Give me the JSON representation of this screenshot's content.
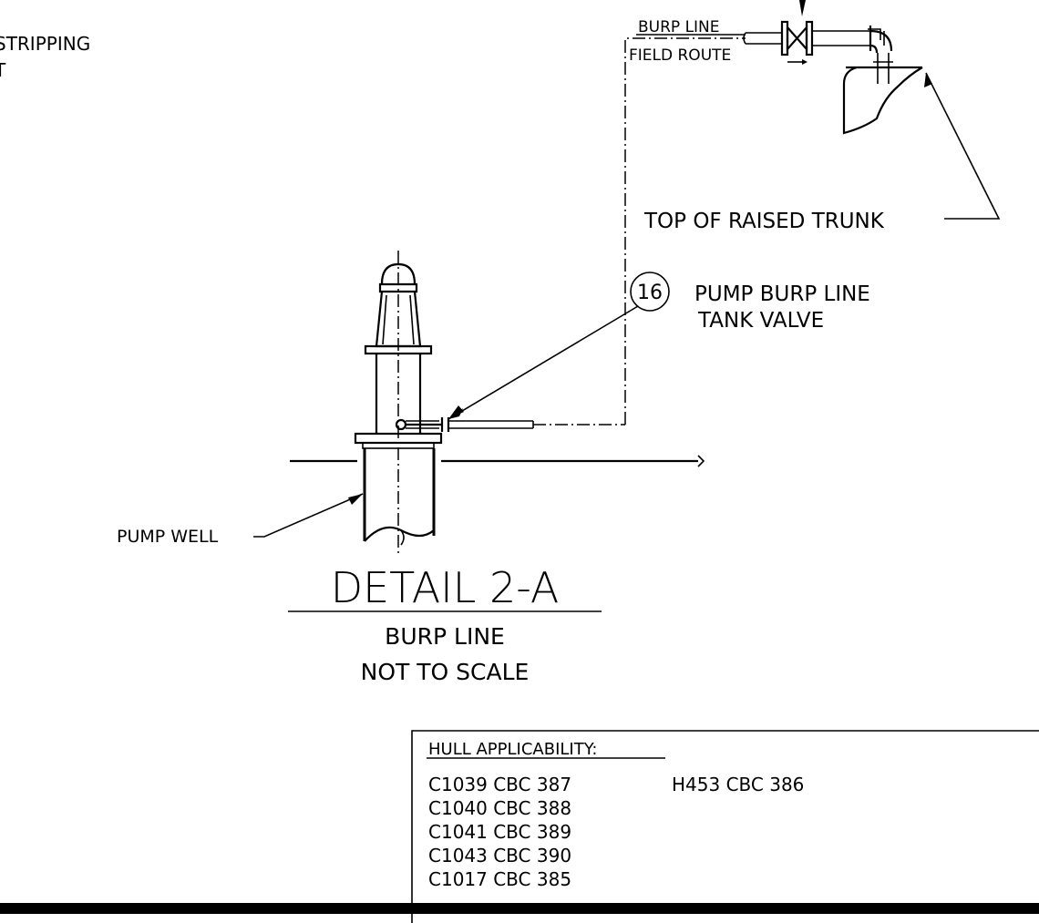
{
  "notes": {
    "stripping_line1": "STRIPPING",
    "stripping_line2": "T"
  },
  "callouts": {
    "burp_line": "BURP LINE",
    "field_route": "FIELD ROUTE",
    "top_of_raised_trunk": "TOP OF RAISED TRUNK",
    "item_number": "16",
    "pump_burp_line": "PUMP BURP LINE",
    "tank_valve": "TANK VALVE",
    "pump_well": "PUMP WELL"
  },
  "detail": {
    "title": "DETAIL 2-A",
    "subtitle": "BURP LINE",
    "scale": "NOT TO SCALE"
  },
  "hull_applicability": {
    "heading": "HULL APPLICABILITY:",
    "column1": [
      "C1039 CBC 387",
      "C1040 CBC 388",
      "C1041 CBC 389",
      "C1043 CBC 390",
      "C1017 CBC 385"
    ],
    "column2": [
      "H453 CBC 386"
    ]
  }
}
